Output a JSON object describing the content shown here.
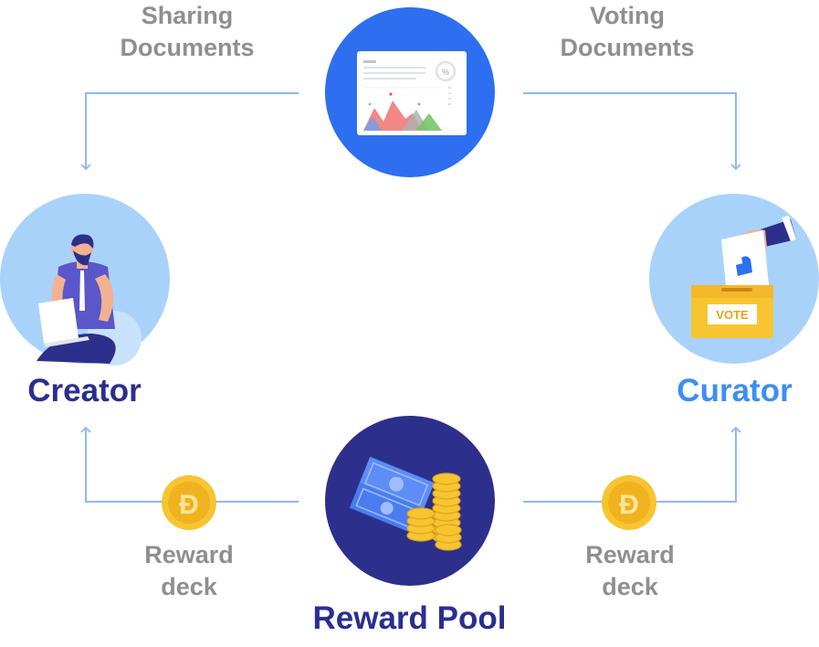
{
  "flows": {
    "sharing": {
      "line1": "Sharing",
      "line2": "Documents"
    },
    "voting": {
      "line1": "Voting",
      "line2": "Documents"
    }
  },
  "nodes": {
    "creator": "Creator",
    "curator": "Curator",
    "reward_pool": "Reward Pool",
    "ballot_text": "VOTE"
  },
  "rewards": {
    "left": {
      "line1": "Reward",
      "line2": "deck"
    },
    "right": {
      "line1": "Reward",
      "line2": "deck"
    }
  },
  "colors": {
    "creator_text": "#2a2f8f",
    "curator_text": "#3d8ff0",
    "pool_circle": "#2d2f8c",
    "docs_circle": "#2d6ff0",
    "light_circle": "#a9d2fb",
    "arrow": "#90b8f3",
    "coin": "#f7c531"
  },
  "icons": [
    "document-chart-icon",
    "creator-person-icon",
    "vote-box-icon",
    "money-coins-icon",
    "coin-icon"
  ]
}
